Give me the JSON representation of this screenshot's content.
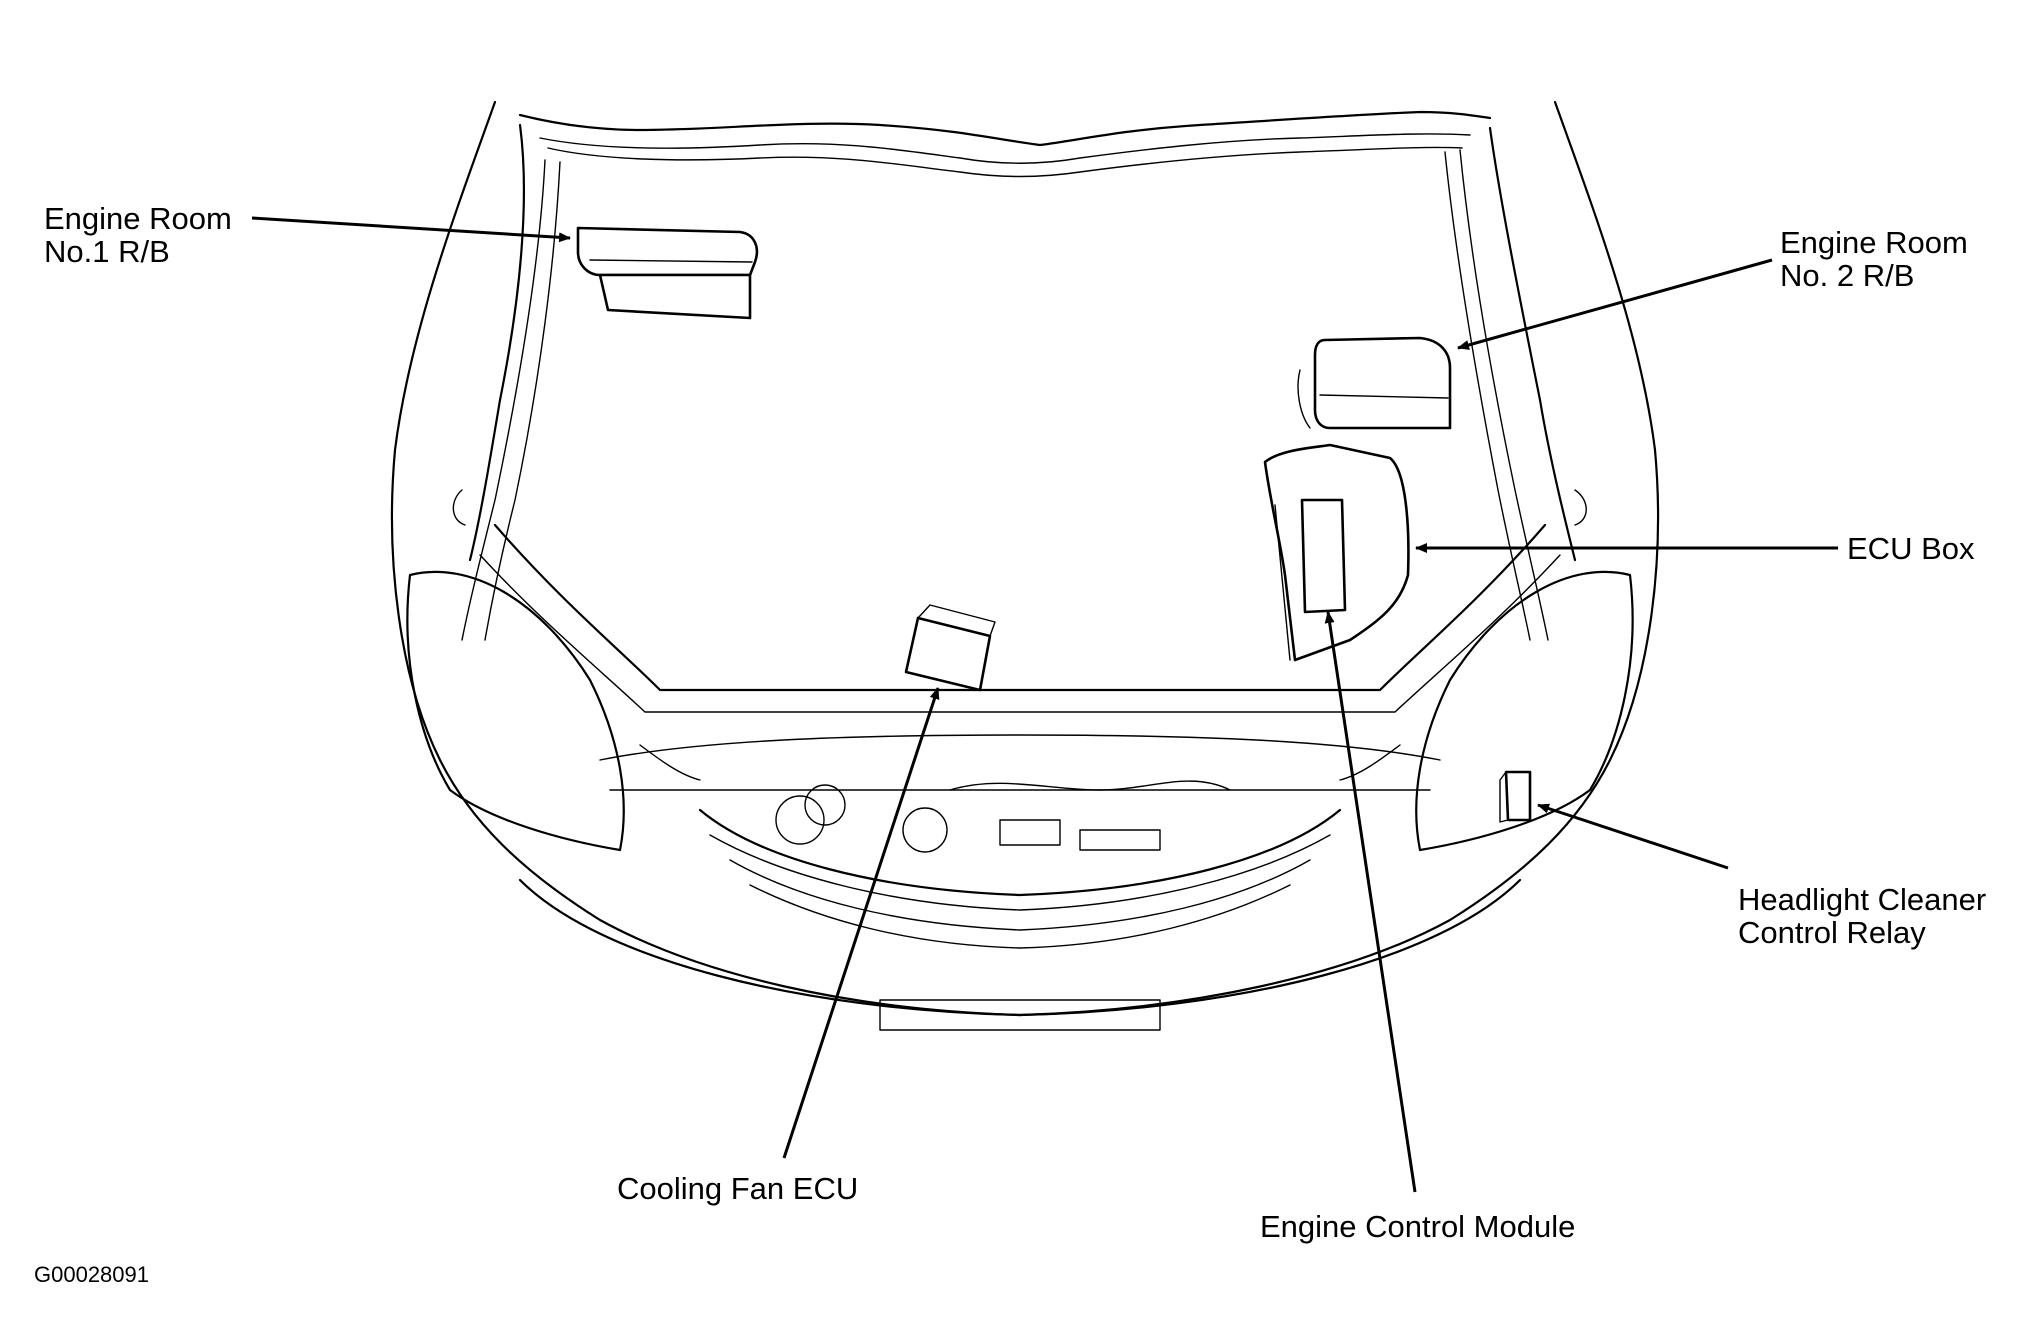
{
  "diagram": {
    "labels": {
      "engine_room_no1_rb": [
        "Engine Room",
        "No.1 R/B"
      ],
      "engine_room_no2_rb": [
        "Engine Room",
        "No. 2 R/B"
      ],
      "ecu_box": "ECU Box",
      "headlight_cleaner_relay": [
        "Headlight Cleaner",
        "Control Relay"
      ],
      "cooling_fan_ecu": "Cooling Fan ECU",
      "engine_control_module": "Engine Control Module"
    },
    "figure_code": "G00028091",
    "colors": {
      "line": "#000000",
      "background": "#ffffff"
    }
  }
}
